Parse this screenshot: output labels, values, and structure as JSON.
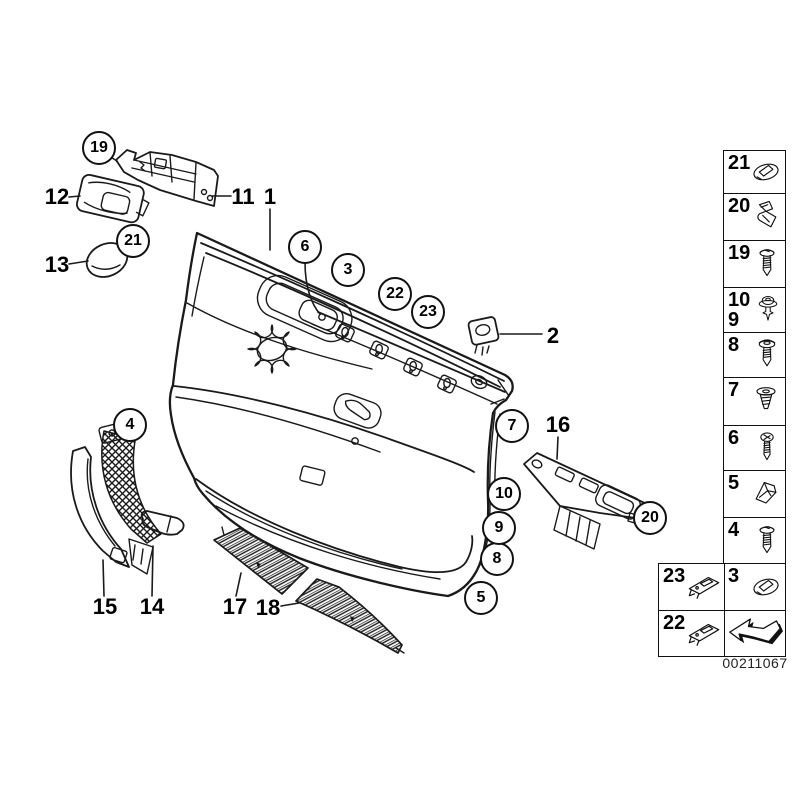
{
  "colors": {
    "line": "#1a1a1a",
    "background": "#ffffff"
  },
  "doc_number": "00211067",
  "callouts": {
    "plain": [
      {
        "label": "1"
      },
      {
        "label": "2"
      },
      {
        "label": "11"
      },
      {
        "label": "12"
      },
      {
        "label": "13"
      },
      {
        "label": "14"
      },
      {
        "label": "15"
      },
      {
        "label": "16"
      },
      {
        "label": "17"
      },
      {
        "label": "18"
      }
    ],
    "circled": [
      {
        "label": "3"
      },
      {
        "label": "4"
      },
      {
        "label": "5"
      },
      {
        "label": "6"
      },
      {
        "label": "7"
      },
      {
        "label": "8"
      },
      {
        "label": "9"
      },
      {
        "label": "10"
      },
      {
        "label": "19"
      },
      {
        "label": "20"
      },
      {
        "label": "21"
      },
      {
        "label": "22"
      },
      {
        "label": "23"
      }
    ]
  },
  "sidebar": {
    "right_column": [
      {
        "label": "21",
        "icon": "oval-grommet-icon"
      },
      {
        "label": "20",
        "icon": "spring-clip-icon"
      },
      {
        "label": "19",
        "icon": "flange-screw-icon"
      },
      {
        "label": "10",
        "label2": "9",
        "icon": "grommet-rivet-icon"
      },
      {
        "label": "8",
        "icon": "washer-screw-icon"
      },
      {
        "label": "7",
        "icon": "expansion-rivet-icon"
      },
      {
        "label": "6",
        "icon": "cross-screw-icon"
      },
      {
        "label": "5",
        "icon": "wedge-clip-icon"
      },
      {
        "label": "4",
        "icon": "flange-screw-icon"
      },
      {
        "label": "3",
        "icon": "oval-grommet-icon"
      },
      {
        "label": "",
        "icon": "back-arrow-icon"
      }
    ],
    "left_column": [
      {
        "label": "23",
        "icon": "bracket-clip-icon"
      },
      {
        "label": "22",
        "icon": "bracket-clip-icon"
      }
    ]
  }
}
